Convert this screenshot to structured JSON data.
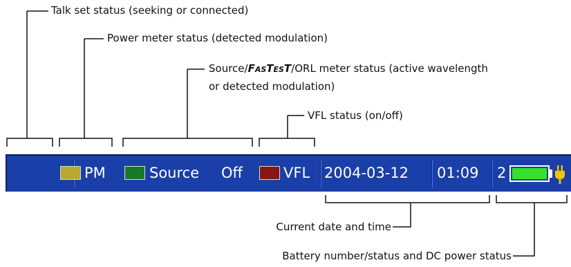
{
  "callouts": {
    "talk_set": "Talk set status (seeking or connected)",
    "power_meter": "Power meter status (detected modulation)",
    "source_prefix": "Source/",
    "source_fastest": "FasTesT",
    "source_suffix": "/ORL meter status (active wavelength",
    "source_line2": "or detected modulation)",
    "vfl": "VFL status (on/off)",
    "date_time": "Current date and time",
    "battery": "Battery number/status and DC power status"
  },
  "status_bar": {
    "pm_label": "PM",
    "source_label": "Source",
    "source_state": "Off",
    "vfl_label": "VFL",
    "date": "2004-03-12",
    "time": "01:09",
    "battery_number": "2",
    "battery_level": 1.0
  },
  "colors": {
    "bar": "#1a3fa8",
    "pm_led": "#b8a830",
    "source_led": "#157a2a",
    "vfl_led": "#8a1515",
    "battery_fill": "#39e02a",
    "plug": "#f2c400"
  },
  "icons": {
    "battery": "battery-icon",
    "plug": "plug-icon"
  }
}
